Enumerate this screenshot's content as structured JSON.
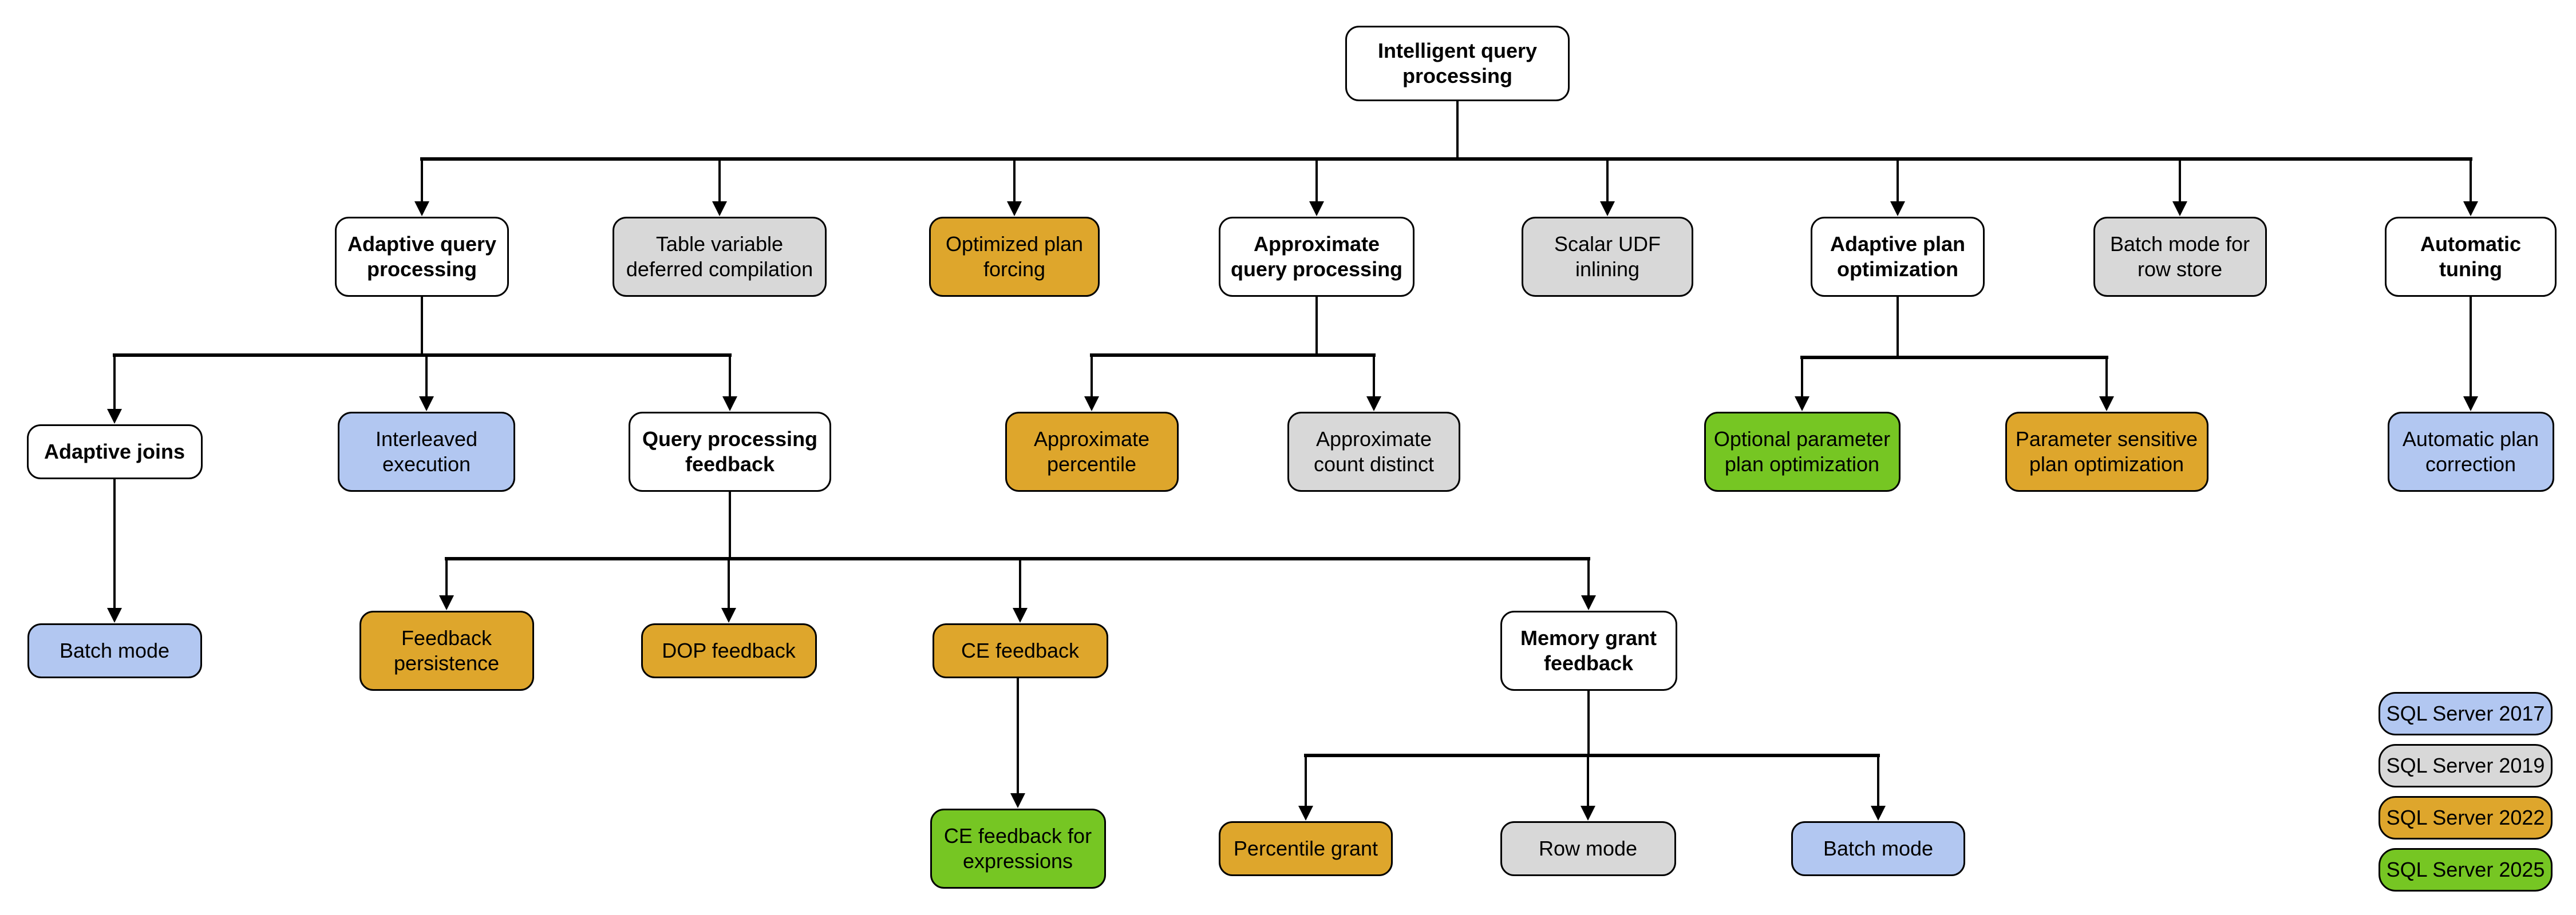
{
  "nodes": {
    "root": {
      "label": "Intelligent query\nprocessing",
      "version": "base"
    },
    "adaptive_query_processing": {
      "label": "Adaptive query\nprocessing",
      "version": "base"
    },
    "table_variable_deferred_compilation": {
      "label": "Table variable\ndeferred compilation",
      "version": "sql2019"
    },
    "optimized_plan_forcing": {
      "label": "Optimized plan\nforcing",
      "version": "sql2022"
    },
    "approximate_query_processing": {
      "label": "Approximate\nquery processing",
      "version": "base"
    },
    "scalar_udf_inlining": {
      "label": "Scalar UDF\ninlining",
      "version": "sql2019"
    },
    "adaptive_plan_optimization": {
      "label": "Adaptive plan\noptimization",
      "version": "base"
    },
    "batch_mode_for_row_store": {
      "label": "Batch mode for\nrow store",
      "version": "sql2019"
    },
    "automatic_tuning": {
      "label": "Automatic\ntuning",
      "version": "base"
    },
    "adaptive_joins": {
      "label": "Adaptive joins",
      "version": "base"
    },
    "interleaved_execution": {
      "label": "Interleaved\nexecution",
      "version": "sql2017"
    },
    "query_processing_feedback": {
      "label": "Query processing\nfeedback",
      "version": "base"
    },
    "approximate_percentile": {
      "label": "Approximate\npercentile",
      "version": "sql2022"
    },
    "approximate_count_distinct": {
      "label": "Approximate\ncount distinct",
      "version": "sql2019"
    },
    "optional_parameter_plan_optimization": {
      "label": "Optional parameter\nplan optimization",
      "version": "sql2025"
    },
    "parameter_sensitive_plan_optimization": {
      "label": "Parameter sensitive\nplan optimization",
      "version": "sql2022"
    },
    "automatic_plan_correction": {
      "label": "Automatic plan\ncorrection",
      "version": "sql2017"
    },
    "batch_mode_adaptive_joins": {
      "label": "Batch mode",
      "version": "sql2017"
    },
    "feedback_persistence": {
      "label": "Feedback\npersistence",
      "version": "sql2022"
    },
    "dop_feedback": {
      "label": "DOP feedback",
      "version": "sql2022"
    },
    "ce_feedback": {
      "label": "CE feedback",
      "version": "sql2022"
    },
    "memory_grant_feedback": {
      "label": "Memory grant\nfeedback",
      "version": "base"
    },
    "ce_feedback_for_expressions": {
      "label": "CE feedback for\nexpressions",
      "version": "sql2025"
    },
    "percentile_grant": {
      "label": "Percentile grant",
      "version": "sql2022"
    },
    "row_mode": {
      "label": "Row mode",
      "version": "sql2019"
    },
    "batch_mode_memory_grant": {
      "label": "Batch mode",
      "version": "sql2017"
    }
  },
  "legend": [
    {
      "label": "SQL Server 2017",
      "version": "sql2017",
      "color": "#b2c7f1"
    },
    {
      "label": "SQL Server 2019",
      "version": "sql2019",
      "color": "#d8d8d8"
    },
    {
      "label": "SQL Server 2022",
      "version": "sql2022",
      "color": "#dea62c"
    },
    {
      "label": "SQL Server 2025",
      "version": "sql2025",
      "color": "#76c623"
    }
  ],
  "colors": {
    "background": "#ffffff",
    "border": "#000000",
    "connector": "#000000"
  }
}
